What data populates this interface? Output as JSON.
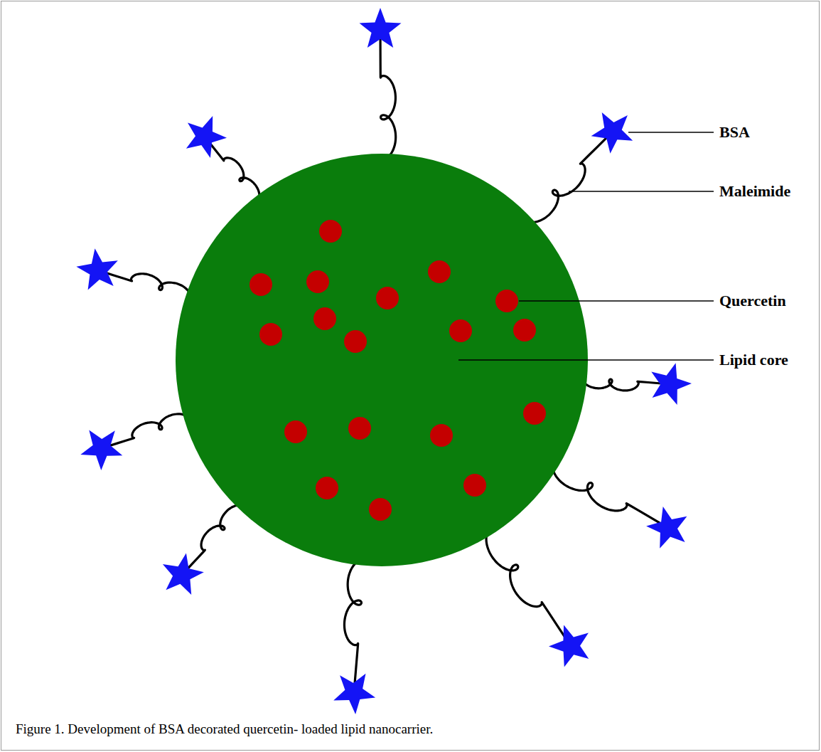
{
  "diagram": {
    "caption": "Figure 1. Development of BSA decorated quercetin- loaded lipid nanocarrier.",
    "labels": [
      "BSA",
      "Maleimide",
      "Quercetin",
      "Lipid core"
    ]
  }
}
